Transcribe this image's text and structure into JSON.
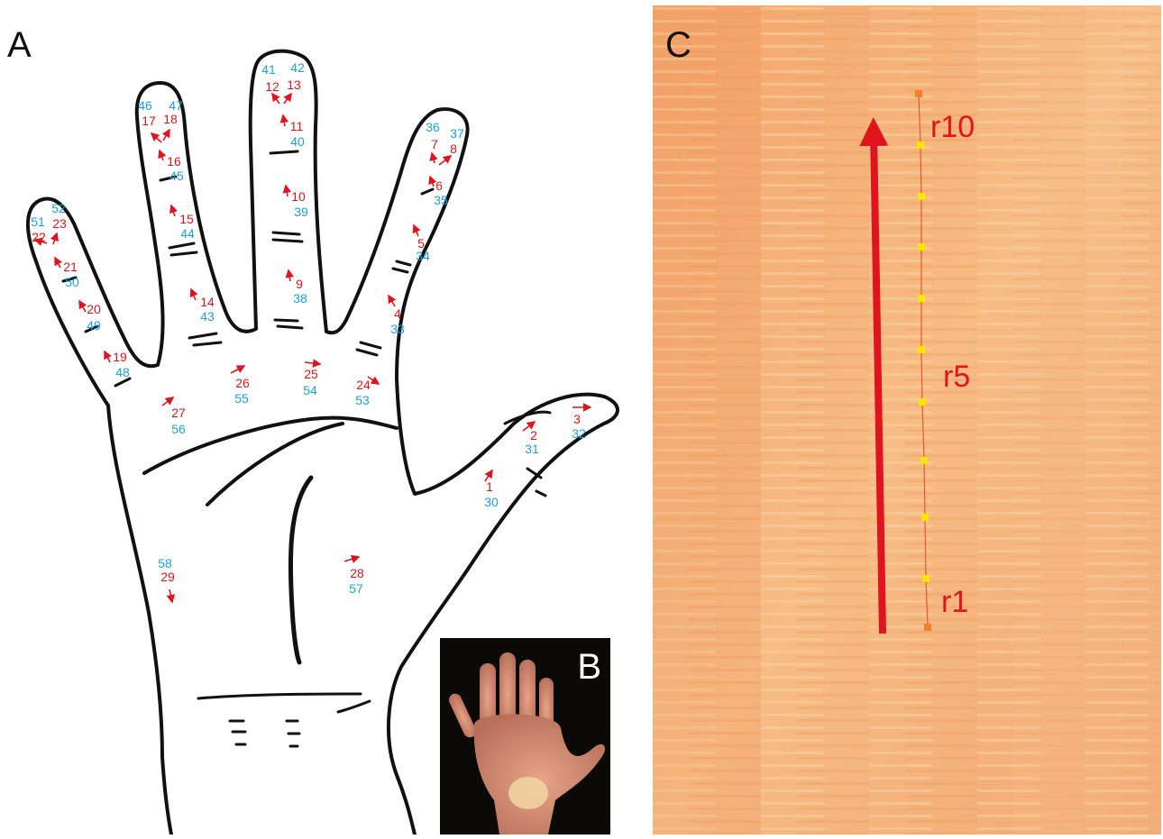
{
  "panels": {
    "a": {
      "letter": "A"
    },
    "b": {
      "letter": "B"
    },
    "c": {
      "letter": "C"
    }
  },
  "colors": {
    "red": "#e0141e",
    "blue": "#1aa0dc",
    "outline": "#111111",
    "skin_base": "#f4b07a"
  },
  "hand_points": [
    {
      "red": "1",
      "blue": "30"
    },
    {
      "red": "2",
      "blue": "31"
    },
    {
      "red": "3",
      "blue": "32"
    },
    {
      "red": "4",
      "blue": "33"
    },
    {
      "red": "5",
      "blue": "34"
    },
    {
      "red": "6",
      "blue": "35"
    },
    {
      "red": "7",
      "blue": "36"
    },
    {
      "red": "8",
      "blue": "37"
    },
    {
      "red": "9",
      "blue": "38"
    },
    {
      "red": "10",
      "blue": "39"
    },
    {
      "red": "11",
      "blue": "40"
    },
    {
      "red": "12",
      "blue": "41"
    },
    {
      "red": "13",
      "blue": "42"
    },
    {
      "red": "14",
      "blue": "43"
    },
    {
      "red": "15",
      "blue": "44"
    },
    {
      "red": "16",
      "blue": "45"
    },
    {
      "red": "17",
      "blue": "46"
    },
    {
      "red": "18",
      "blue": "47"
    },
    {
      "red": "19",
      "blue": "48"
    },
    {
      "red": "20",
      "blue": "49"
    },
    {
      "red": "21",
      "blue": "50"
    },
    {
      "red": "22",
      "blue": "51"
    },
    {
      "red": "23",
      "blue": "52"
    },
    {
      "red": "24",
      "blue": "53"
    },
    {
      "red": "25",
      "blue": "54"
    },
    {
      "red": "26",
      "blue": "55"
    },
    {
      "red": "27",
      "blue": "56"
    },
    {
      "red": "28",
      "blue": "57"
    },
    {
      "red": "29",
      "blue": "58"
    }
  ],
  "pathway_labels": [
    "r10",
    "r5",
    "r1"
  ]
}
